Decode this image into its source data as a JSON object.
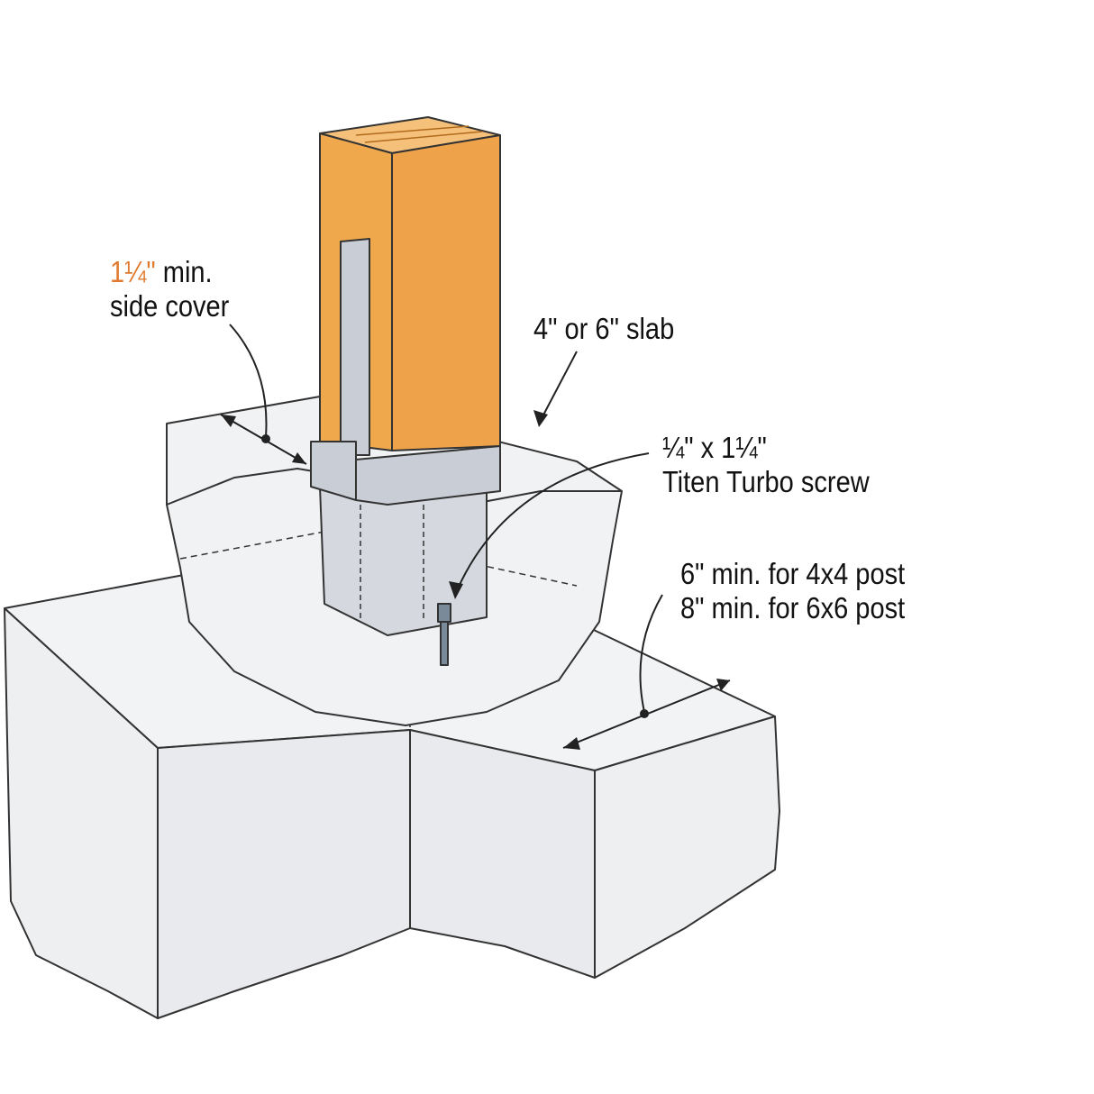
{
  "labels": {
    "side_cover_value": "1¼\"",
    "side_cover_rest": " min.",
    "side_cover_line2": "side cover",
    "slab": "4\" or 6\" slab",
    "screw_line1": "¼\" x 1¼\"",
    "screw_line2": "Titen Turbo screw",
    "footing_line1": "6\" min. for 4x4 post",
    "footing_line2": "8\" min. for 6x6 post"
  },
  "colors": {
    "accent": "#e07a2e",
    "wood": "#f0a84c",
    "concrete": "#eeeff1",
    "steel": "#c9ced6"
  }
}
